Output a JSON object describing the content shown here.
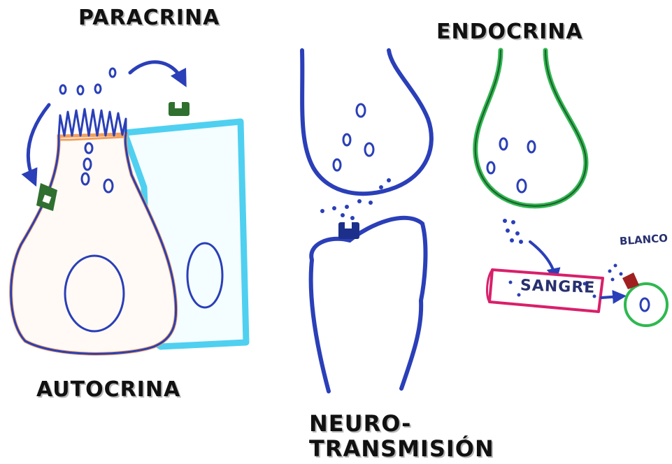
{
  "labels": {
    "paracrina": "PARACRINA",
    "endocrina": "ENDOCRINA",
    "autocrina": "AUTOCRINA",
    "neuro_line1": "NEURO-",
    "neuro_line2": "TRANSMISIÓN",
    "sangre": "SANGRE",
    "blanco": "BLANCO"
  },
  "colors": {
    "cell_outline_blue": "#2a3fb8",
    "autocrine_cell_orange": "#f0a060",
    "neighbor_cell_cyan": "#4fd0f0",
    "endocrine_green": "#2fb84f",
    "vessel_pink": "#d8206a",
    "receptor_green": "#2f6f2f",
    "receptor_dark_blue": "#1c2f8a",
    "target_receptor_red": "#a02020"
  }
}
